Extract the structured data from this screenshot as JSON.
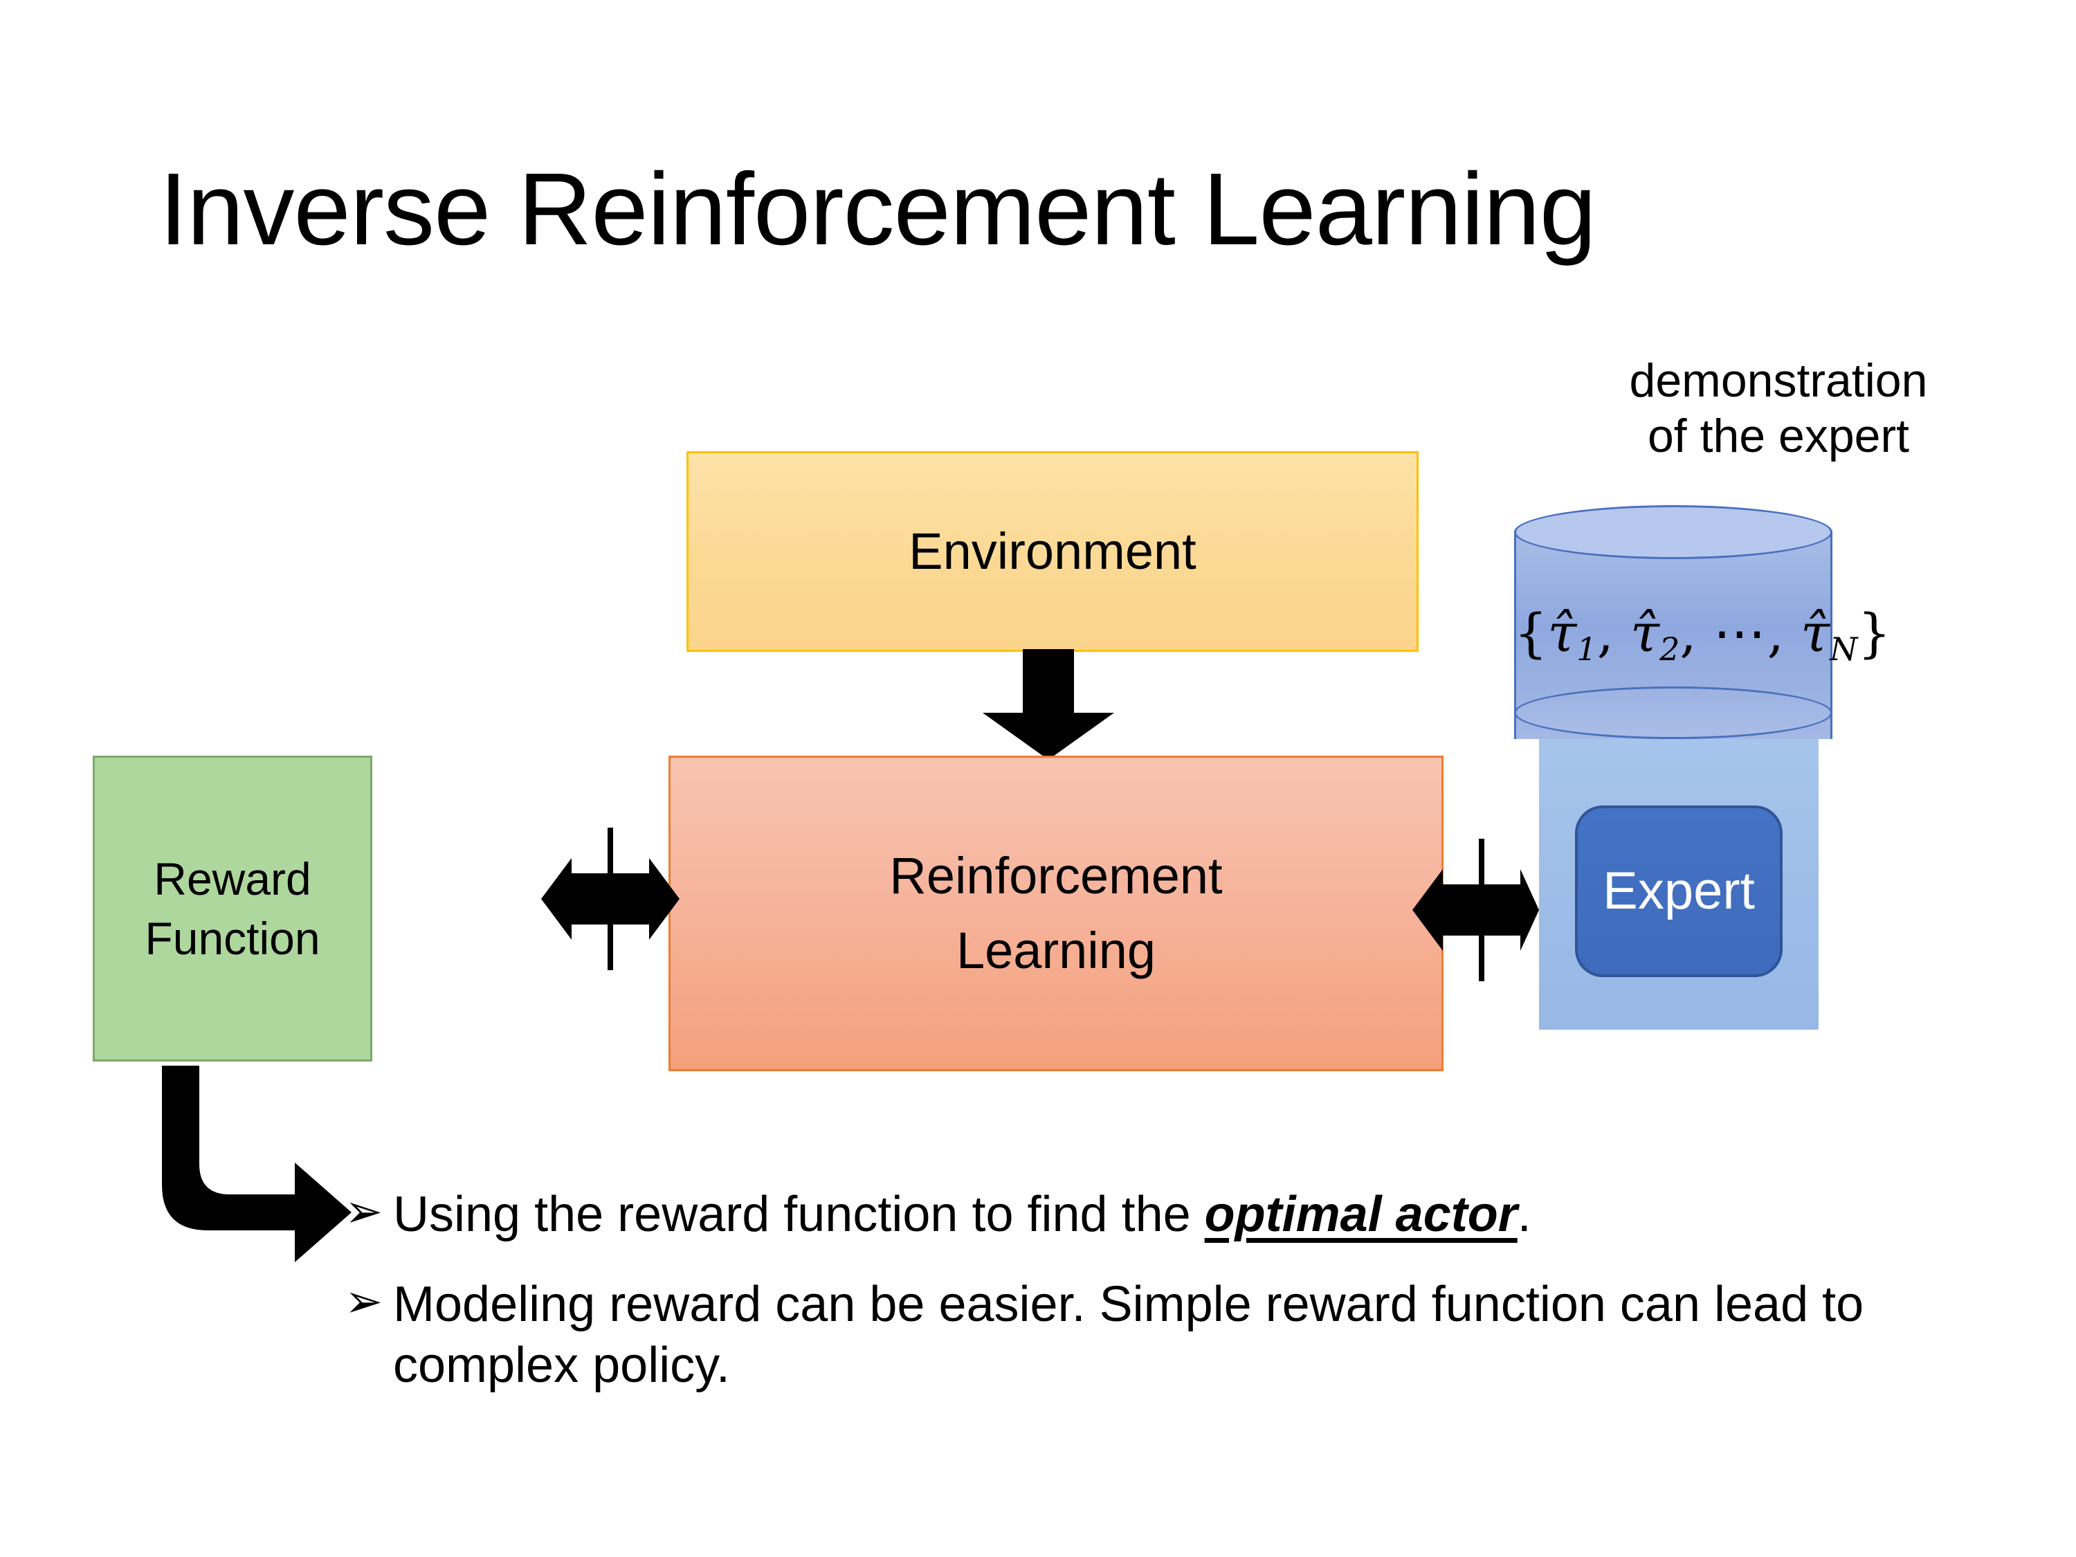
{
  "slide": {
    "title": "Inverse Reinforcement Learning",
    "background_color": "#FFFFFF"
  },
  "diagram": {
    "environment_box": {
      "label": "Environment",
      "fill_color": "#FBD995",
      "border_color": "#FFC000"
    },
    "rl_box": {
      "line1": "Reinforcement",
      "line2": "Learning",
      "fill_color": "#F6B49C",
      "border_color": "#ED7D31"
    },
    "reward_box": {
      "line1": "Reward",
      "line2": "Function",
      "fill_color": "#AED79E",
      "border_color": "#7BA86B"
    },
    "expert_panel": {
      "caption_line1": "demonstration",
      "caption_line2": "of the expert",
      "panel_color": "#9DBDE8",
      "cylinder_color": "#8FA8DF",
      "cylinder_border_color": "#4A6FBF",
      "formula": {
        "open_brace": "{",
        "tau1": "τ̂",
        "sub1": "1",
        "comma1": ",",
        "tau2": "τ̂",
        "sub2": "2",
        "comma2": ",",
        "ellipsis": "⋯",
        "comma3": ",",
        "tauN": "τ̂",
        "subN": "N",
        "close_brace": "}"
      },
      "expert_button": {
        "label": "Expert",
        "fill_color": "#4472C4",
        "border_color": "#2F5597",
        "text_color": "#FFFFFF"
      }
    },
    "connectors": {
      "environment_to_rl": "down-arrow",
      "reward_to_rl": "quad-arrow",
      "rl_to_expert": "quad-arrow",
      "reward_to_bullets": "elbow-arrow",
      "color": "#000000"
    }
  },
  "bullets": {
    "marker": "➢",
    "items": [
      {
        "text_before": "Using the reward function to find the ",
        "emphasis": "optimal actor",
        "text_after": "."
      },
      {
        "text_before": "Modeling reward can be easier. Simple reward function can lead to complex policy.",
        "emphasis": "",
        "text_after": ""
      }
    ]
  }
}
